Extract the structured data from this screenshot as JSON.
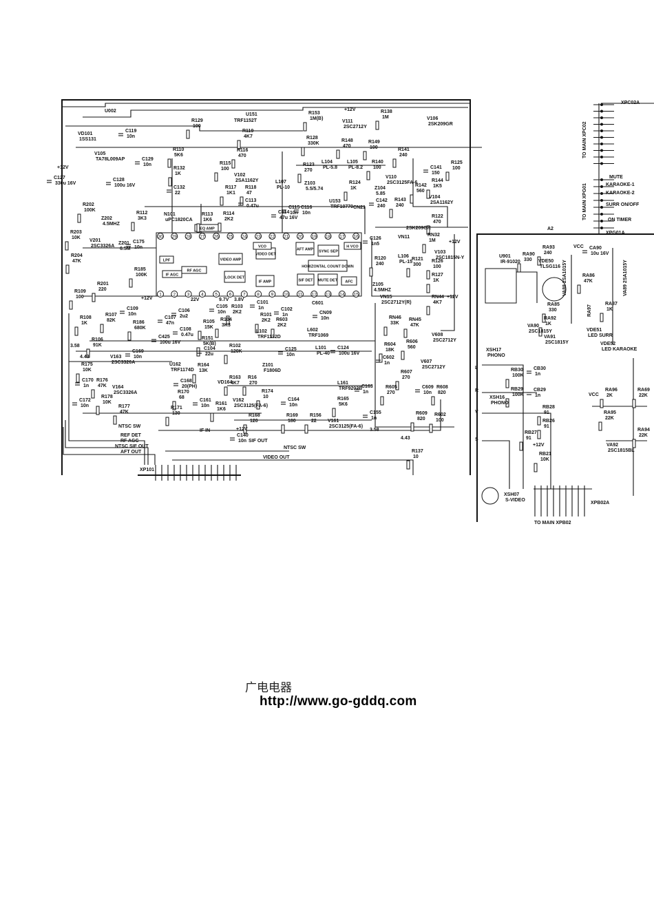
{
  "footer": {
    "site_name_cn": "广电电器",
    "url": "http://www.go-gddq.com"
  },
  "ic_pins_top": [
    "30",
    "29",
    "28",
    "27",
    "26",
    "25",
    "24",
    "23",
    "22",
    "21",
    "20",
    "19",
    "18",
    "17",
    "16"
  ],
  "ic_pins_bottom": [
    "1",
    "2",
    "3",
    "4",
    "5",
    "6",
    "7",
    "8",
    "9",
    "10",
    "11",
    "12",
    "13",
    "14",
    "15"
  ],
  "blocks": {
    "eq_amp": "EQ AMP",
    "video_amp": "VIDEO AMP",
    "video_det": "VIDEO DET",
    "aft_amp": "AFT AMP",
    "sync_sep": "SYNC SEP",
    "h_vco": "H VCO",
    "horiz": "HORIZONTAL COUNT DOWN",
    "lpf": "LPF",
    "rf_agc": "RF AGC",
    "if_agc": "IF AGC",
    "lock_det": "LOCK DET",
    "if_amp": "IF AMP",
    "sif_det": "SIF DET",
    "mute_det": "MUTE DET",
    "afc": "AFC",
    "vco": "VCO"
  },
  "components": [
    {
      "ref": "R129",
      "value": "100"
    },
    {
      "ref": "R119",
      "value": "4K7"
    },
    {
      "ref": "R153",
      "value": "1M(B)"
    },
    {
      "ref": "V111",
      "value": "2SC2712Y"
    },
    {
      "ref": "R138",
      "value": "1M"
    },
    {
      "ref": "V106",
      "value": "2SK209GR"
    },
    {
      "ref": "R128",
      "value": "330K"
    },
    {
      "ref": "R148",
      "value": "470"
    },
    {
      "ref": "R149",
      "value": "100"
    },
    {
      "ref": "VD101",
      "value": "1SS131"
    },
    {
      "ref": "C119",
      "value": "10n"
    },
    {
      "ref": "V105",
      "value": "TA78L009AP"
    },
    {
      "ref": "C129",
      "value": "10n"
    },
    {
      "ref": "R110",
      "value": "5K6"
    },
    {
      "ref": "R116",
      "value": "470"
    },
    {
      "ref": "R141",
      "value": "240"
    },
    {
      "ref": "R115",
      "value": "100"
    },
    {
      "ref": "V102",
      "value": "2SA1162Y"
    },
    {
      "ref": "R132",
      "value": "1K"
    },
    {
      "ref": "C141",
      "value": "150"
    },
    {
      "ref": "R125",
      "value": "100"
    },
    {
      "ref": "R123",
      "value": "270"
    },
    {
      "ref": "L104",
      "value": "PL-5.8"
    },
    {
      "ref": "L105",
      "value": "PL-8.2"
    },
    {
      "ref": "R140",
      "value": "100"
    },
    {
      "ref": "L107",
      "value": "PL-10"
    },
    {
      "ref": "Z103",
      "value": "5.5/5.74"
    },
    {
      "ref": "R124",
      "value": "1K"
    },
    {
      "ref": "Z104",
      "value": "5.85"
    },
    {
      "ref": "V110",
      "value": "2SC3125FA-6"
    },
    {
      "ref": "R142",
      "value": "560"
    },
    {
      "ref": "R144",
      "value": "1K5"
    },
    {
      "ref": "V104",
      "value": "2SA1162Y"
    },
    {
      "ref": "C127",
      "value": "330u 16V"
    },
    {
      "ref": "C128",
      "value": "100u 16V"
    },
    {
      "ref": "C132",
      "value": "22"
    },
    {
      "ref": "R117",
      "value": "1K1"
    },
    {
      "ref": "R118",
      "value": "47"
    },
    {
      "ref": "C113",
      "value": "0.47u"
    },
    {
      "ref": "R202",
      "value": "100K"
    },
    {
      "ref": "Z202",
      "value": "4.5MHZ"
    },
    {
      "ref": "R112",
      "value": "3K3"
    },
    {
      "ref": "N101",
      "value": "uPC1820CA"
    },
    {
      "ref": "R113",
      "value": "1K6"
    },
    {
      "ref": "R114",
      "value": "2K2"
    },
    {
      "ref": "C114",
      "value": "47u 16V"
    },
    {
      "ref": "C115",
      "value": "10n"
    },
    {
      "ref": "C116",
      "value": "10n"
    },
    {
      "ref": "U153",
      "value": "TRF10770"
    },
    {
      "ref": "C142",
      "value": "240"
    },
    {
      "ref": "R143",
      "value": "240"
    },
    {
      "ref": "R122",
      "value": "470"
    },
    {
      "ref": "R203",
      "value": "10K"
    },
    {
      "ref": "V201",
      "value": "2SC3326A"
    },
    {
      "ref": "C175",
      "value": "10n"
    },
    {
      "ref": "R204",
      "value": "47K"
    },
    {
      "ref": "C126",
      "value": "1n5"
    },
    {
      "ref": "RN32",
      "value": "1M"
    },
    {
      "ref": "V103",
      "value": "2SC1815N-Y"
    },
    {
      "ref": "Z201",
      "value": "6.5M"
    },
    {
      "ref": "R185",
      "value": "100K"
    },
    {
      "ref": "R201",
      "value": "220"
    },
    {
      "ref": "R120",
      "value": "240"
    },
    {
      "ref": "L106",
      "value": "PL-15"
    },
    {
      "ref": "R121",
      "value": "300"
    },
    {
      "ref": "R126",
      "value": "100"
    },
    {
      "ref": "R127",
      "value": "1K"
    },
    {
      "ref": "Z105",
      "value": "4.5MHZ"
    },
    {
      "ref": "R109",
      "value": "100"
    },
    {
      "ref": "C109",
      "value": "10n"
    },
    {
      "ref": "C106",
      "value": "2u2"
    },
    {
      "ref": "C105",
      "value": "10n"
    },
    {
      "ref": "R103",
      "value": "2K2"
    },
    {
      "ref": "C101",
      "value": "1n"
    },
    {
      "ref": "C102",
      "value": "1n"
    },
    {
      "ref": "CN09",
      "value": "10n"
    },
    {
      "ref": "R101",
      "value": "2K2"
    },
    {
      "ref": "R603",
      "value": "2K2"
    },
    {
      "ref": "L602",
      "value": "TRF1069"
    },
    {
      "ref": "L102",
      "value": "TRF1132D"
    },
    {
      "ref": "R108",
      "value": "1K"
    },
    {
      "ref": "R107",
      "value": "82K"
    },
    {
      "ref": "R186",
      "value": "680K"
    },
    {
      "ref": "C107",
      "value": "47n"
    },
    {
      "ref": "C108",
      "value": "0.47u"
    },
    {
      "ref": "R105",
      "value": "15K"
    },
    {
      "ref": "R104",
      "value": "3K3"
    },
    {
      "ref": "R151",
      "value": "5K(B)"
    },
    {
      "ref": "R102",
      "value": "120K"
    },
    {
      "ref": "C425",
      "value": "100u 16V"
    },
    {
      "ref": "R106",
      "value": "91K"
    },
    {
      "ref": "V163",
      "value": "2SC3326A"
    },
    {
      "ref": "C169",
      "value": "10n"
    },
    {
      "ref": "U162",
      "value": "TRF1174D"
    },
    {
      "ref": "C104",
      "value": "22u"
    },
    {
      "ref": "C125",
      "value": "10n"
    },
    {
      "ref": "L101",
      "value": "PL-40"
    },
    {
      "ref": "C124",
      "value": "100u 16V"
    },
    {
      "ref": "RN44",
      "value": "4K7"
    },
    {
      "ref": "VN15",
      "value": "2SC2712Y(R)"
    },
    {
      "ref": "RN46",
      "value": "33K"
    },
    {
      "ref": "RN45",
      "value": "47K"
    },
    {
      "ref": "V608",
      "value": "2SC2712Y"
    },
    {
      "ref": "R604",
      "value": "18K"
    },
    {
      "ref": "R606",
      "value": "560"
    },
    {
      "ref": "C602",
      "value": "1n"
    },
    {
      "ref": "V607",
      "value": "2SC2712Y"
    },
    {
      "ref": "R607",
      "value": "270"
    },
    {
      "ref": "C609",
      "value": "10n"
    },
    {
      "ref": "R608",
      "value": "820"
    },
    {
      "ref": "R605",
      "value": "270"
    },
    {
      "ref": "R609",
      "value": "820"
    },
    {
      "ref": "R602",
      "value": "100"
    },
    {
      "ref": "C163",
      "value": "1n"
    },
    {
      "ref": "C155",
      "value": "1n"
    },
    {
      "ref": "R175",
      "value": "10K"
    },
    {
      "ref": "C170",
      "value": "1n"
    },
    {
      "ref": "R176",
      "value": "47K"
    },
    {
      "ref": "V164",
      "value": "2SC3326A"
    },
    {
      "ref": "C168",
      "value": "20(PH)"
    },
    {
      "ref": "R164",
      "value": "13K"
    },
    {
      "ref": "R163",
      "value": "4K7"
    },
    {
      "ref": "R16",
      "value": "270"
    },
    {
      "ref": "Z101",
      "value": "F1806D"
    },
    {
      "ref": "R174",
      "value": "10"
    },
    {
      "ref": "L161",
      "value": "TRF9202B"
    },
    {
      "ref": "V162",
      "value": "2SC3125(FA-6)"
    },
    {
      "ref": "C164",
      "value": "10n"
    },
    {
      "ref": "R165",
      "value": "5K6"
    },
    {
      "ref": "R170",
      "value": "68"
    },
    {
      "ref": "C161",
      "value": "10n"
    },
    {
      "ref": "R161",
      "value": "1K6"
    },
    {
      "ref": "C172",
      "value": "10n"
    },
    {
      "ref": "R178",
      "value": "10K"
    },
    {
      "ref": "R177",
      "value": "47K"
    },
    {
      "ref": "R171",
      "value": "130"
    },
    {
      "ref": "R168",
      "value": "120"
    },
    {
      "ref": "R169",
      "value": "180"
    },
    {
      "ref": "R156",
      "value": "22"
    },
    {
      "ref": "V161",
      "value": "2SC3125(FA-6)"
    },
    {
      "ref": "C140",
      "value": "10n"
    },
    {
      "ref": "R137",
      "value": "10"
    },
    {
      "ref": "U901",
      "value": "IR-91020"
    },
    {
      "ref": "RA90",
      "value": "330"
    },
    {
      "ref": "RA93",
      "value": "240"
    },
    {
      "ref": "CA90",
      "value": "10u 16V"
    },
    {
      "ref": "VDE50",
      "value": "TLSG116"
    },
    {
      "ref": "RA86",
      "value": "47K"
    },
    {
      "ref": "RA85",
      "value": "330"
    },
    {
      "ref": "RA92",
      "value": "1K"
    },
    {
      "ref": "RA87",
      "value": "1K"
    },
    {
      "ref": "VA90",
      "value": "2SC1815Y"
    },
    {
      "ref": "VA91",
      "value": "2SC1815Y"
    },
    {
      "ref": "VDE51",
      "value": "LED SURR"
    },
    {
      "ref": "VDE52",
      "value": "LED KARAOKE"
    },
    {
      "ref": "XSH17",
      "value": "PHONO"
    },
    {
      "ref": "RB30",
      "value": "100K"
    },
    {
      "ref": "CB30",
      "value": "1n"
    },
    {
      "ref": "RB29",
      "value": "100K"
    },
    {
      "ref": "CB29",
      "value": "1n"
    },
    {
      "ref": "XSH16",
      "value": "PHONO"
    },
    {
      "ref": "RB28",
      "value": "91"
    },
    {
      "ref": "RB26",
      "value": "91"
    },
    {
      "ref": "RB27",
      "value": "91"
    },
    {
      "ref": "RB21",
      "value": "10K"
    },
    {
      "ref": "XSH07",
      "value": "S-VIDEO"
    },
    {
      "ref": "RA96",
      "value": "2K"
    },
    {
      "ref": "RA69",
      "value": "22K"
    },
    {
      "ref": "RA95",
      "value": "22K"
    },
    {
      "ref": "RA94",
      "value": "22K"
    },
    {
      "ref": "VA92",
      "value": "2SC1815BL"
    }
  ],
  "notes": {
    "u002": "U002",
    "u151": "U151",
    "u151v": "TRF1152T",
    "p12a": "+12V",
    "p12b": "+12V",
    "p12c": "+12V",
    "p12d": "+12V",
    "p12e": "+12V",
    "p12f": "+12V",
    "vn11": "VN11",
    "v2sk": "2SK209GR",
    "v3358a": "3.58",
    "v443a": "4.43",
    "v3358b": "3.58",
    "v443b": "4.43",
    "ntscsw1": "NTSC SW",
    "ifin": "IF IN",
    "refdet": "REF DET",
    "rfagc": "RF AGC",
    "ntscsif": "NTSC SIF OUT",
    "aftout": "AFT OUT",
    "ntscsw2": "NTSC SW",
    "sifout": "SIF OUT",
    "videoout": "VIDEO OUT",
    "xp101": "XP101",
    "cn21": "CN21",
    "c601": "C601",
    "vd164": "VD164",
    "xpc02a": "XPC02A",
    "mute": "MUTE",
    "kar1": "KARAOKE-1",
    "kar2": "KARAOKE-2",
    "surr": "SURR ON/OFF",
    "ontimer": "ON TIMER",
    "xpg01a": "XPG01A",
    "a2": "A2",
    "tomainc": "TO MAIN XPC02",
    "tomaing": "TO MAIN XPG01",
    "vcc1": "VCC",
    "vcc2": "VCC",
    "va88": "VA88 2SA1015Y",
    "va89": "VA89 2SA1015Y",
    "ra97": "RA97",
    "xpb02a": "XPB02A",
    "tomainb": "TO MAIN XPB02",
    "pinL": "L",
    "pinR": "R",
    "pinV": "V",
    "pinS": "S",
    "v22": "22V",
    "v97": "9.7V",
    "v38": "3.8V",
    "p12ic": "+12V"
  }
}
